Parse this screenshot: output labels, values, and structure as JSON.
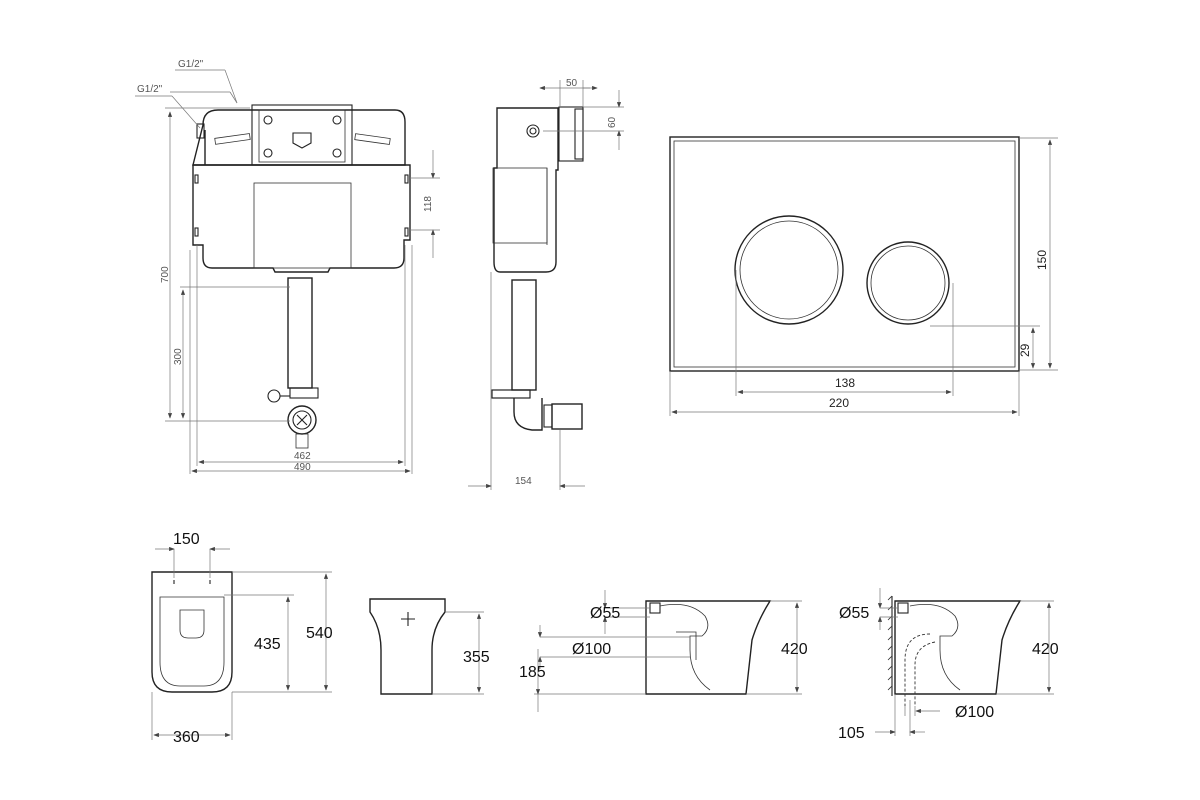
{
  "frame_view": {
    "inlet_top_label": "G1/2\"",
    "inlet_side_label": "G1/2\"",
    "height_total": "700",
    "height_outlet": "300",
    "bracket_spacing": "118",
    "width_inner": "462",
    "width_outer": "490"
  },
  "side_view": {
    "button_depth": "50",
    "button_height": "60",
    "depth": "154"
  },
  "flush_plate": {
    "height": "150",
    "button_offset": "29",
    "button_span": "138",
    "width": "220"
  },
  "toilet_top": {
    "bolt_spacing": "150",
    "length": "540",
    "seat_length": "435",
    "width": "360"
  },
  "toilet_front": {
    "height": "355"
  },
  "toilet_side_horizontal": {
    "inlet_diameter": "Ø55",
    "outlet_diameter": "Ø100",
    "outlet_height": "185",
    "height": "420"
  },
  "toilet_side_vertical": {
    "inlet_diameter": "Ø55",
    "height": "420",
    "outlet_offset": "105",
    "outlet_diameter": "Ø100"
  }
}
